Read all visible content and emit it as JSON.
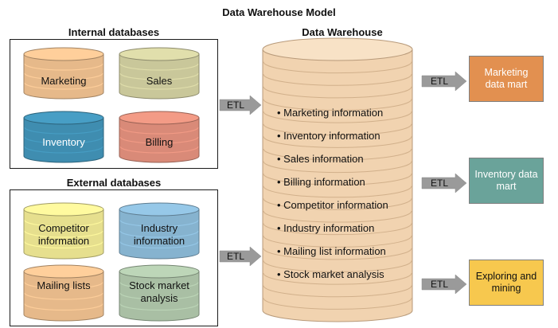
{
  "title": "Data Warehouse Model",
  "internal": {
    "title": "Internal databases",
    "databases": [
      {
        "label": "Marketing",
        "color": "#e6b98a"
      },
      {
        "label": "Sales",
        "color": "#c9c79a"
      },
      {
        "label": "Inventory",
        "color": "#3f8db0"
      },
      {
        "label": "Billing",
        "color": "#d98a78"
      }
    ]
  },
  "external": {
    "title": "External databases",
    "databases": [
      {
        "label": "Competitor information",
        "color": "#e6df8e"
      },
      {
        "label": "Industry information",
        "color": "#86b3cf"
      },
      {
        "label": "Mailing lists",
        "color": "#e6b98a"
      },
      {
        "label": "Stock market analysis",
        "color": "#a9bfa4"
      }
    ]
  },
  "warehouse": {
    "title": "Data Warehouse",
    "color": "#f1d3b0",
    "items": [
      "Marketing information",
      "Inventory information",
      "Sales information",
      "Billing information",
      "Competitor information",
      "Industry information",
      "Mailing list information",
      "Stock market analysis"
    ]
  },
  "etl_label": "ETL",
  "marts": [
    {
      "label": "Marketing data mart",
      "bg": "#e29050",
      "text_color": "#ffffff"
    },
    {
      "label": "Inventory data mart",
      "bg": "#6aa39a",
      "text_color": "#ffffff"
    },
    {
      "label": "Exploring and mining",
      "bg": "#f7c84e",
      "text_color": "#111111"
    }
  ]
}
